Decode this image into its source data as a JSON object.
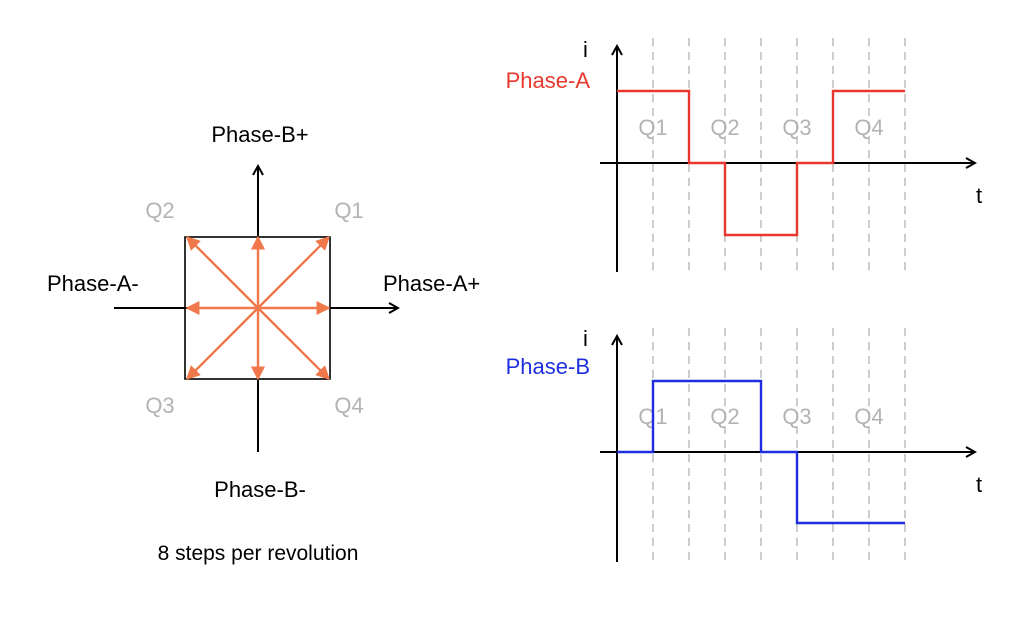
{
  "colors": {
    "phase_a": "#e8382e",
    "phase_b": "#1f2fe0",
    "vector": "#f0784a",
    "quadrant_text": "#b3b3b3",
    "dash": "#b8b8b8",
    "axis": "#000000"
  },
  "phase_diagram": {
    "axis_labels": {
      "top": "Phase-B+",
      "bottom": "Phase-B-",
      "left": "Phase-A-",
      "right": "Phase-A+"
    },
    "quadrants": {
      "q1": "Q1",
      "q2": "Q2",
      "q3": "Q3",
      "q4": "Q4"
    },
    "caption": "8 steps per revolution",
    "step_directions_deg": [
      0,
      45,
      90,
      135,
      180,
      225,
      270,
      315
    ]
  },
  "chart_data": [
    {
      "type": "line",
      "step": true,
      "ylabel": "i",
      "xlabel": "t",
      "series": [
        {
          "name": "Phase-A",
          "x": [
            0,
            1,
            2,
            3,
            4,
            5,
            6,
            7,
            8
          ],
          "values": [
            1,
            1,
            0,
            -1,
            -1,
            0,
            1,
            1,
            1
          ]
        }
      ],
      "quadrant_labels": [
        "Q1",
        "Q2",
        "Q3",
        "Q4"
      ],
      "grid": "vertical-dashed"
    },
    {
      "type": "line",
      "step": true,
      "ylabel": "i",
      "xlabel": "t",
      "series": [
        {
          "name": "Phase-B",
          "x": [
            0,
            1,
            2,
            3,
            4,
            5,
            6,
            7,
            8
          ],
          "values": [
            0,
            1,
            1,
            1,
            0,
            -1,
            -1,
            -1,
            -1
          ]
        }
      ],
      "quadrant_labels": [
        "Q1",
        "Q2",
        "Q3",
        "Q4"
      ],
      "grid": "vertical-dashed"
    }
  ]
}
